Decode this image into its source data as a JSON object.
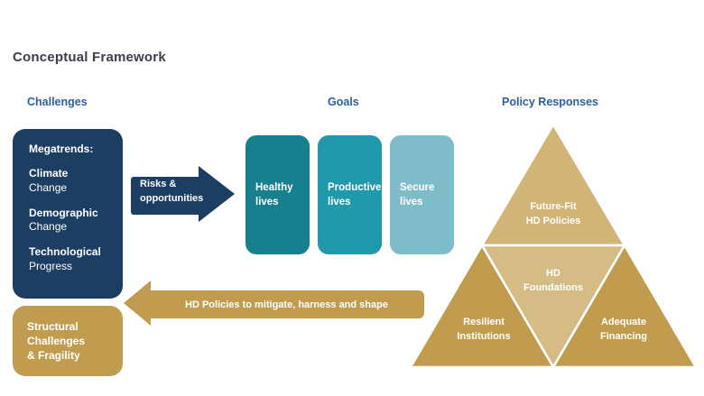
{
  "title": "Conceptual Framework",
  "column_headers": {
    "challenges": "Challenges",
    "goals": "Goals",
    "policy_responses": "Policy Responses"
  },
  "challenges": {
    "megatrends_box": {
      "heading": "Megatrends:",
      "items": [
        {
          "bold": "Climate",
          "rest": "Change"
        },
        {
          "bold": "Demographic",
          "rest": "Change"
        },
        {
          "bold": "Technological",
          "rest": "Progress"
        }
      ]
    },
    "structural_box": {
      "label": "Structural\nChallenges\n& Fragility"
    }
  },
  "arrows": {
    "risks_opportunities": "Risks &\nopportunities",
    "hd_policies": "HD Policies to mitigate, harness and shape"
  },
  "goals": {
    "boxes": [
      {
        "label": "Healthy\nlives",
        "color": "#17808e"
      },
      {
        "label": "Productive\nlives",
        "color": "#2099ad"
      },
      {
        "label": "Secure\nlives",
        "color": "#7fbcc9"
      }
    ]
  },
  "pyramid": {
    "segments": [
      {
        "label": "Future-Fit\nHD Policies",
        "position": "top",
        "color": "#d3b477"
      },
      {
        "label": "HD\nFoundations",
        "position": "middle",
        "color": "#d5bc85"
      },
      {
        "label": "Resilient\nInstitutions",
        "position": "bottom-left",
        "color": "#c19c4e"
      },
      {
        "label": "Adequate\nFinancing",
        "position": "bottom-right",
        "color": "#c19c4e"
      }
    ]
  },
  "colors": {
    "navy": "#1d3e63",
    "header_blue": "#2d5f9f",
    "gold": "#c19c4e",
    "tan_top": "#d3b477",
    "tan_middle": "#d5bc85",
    "title_text": "#3b404c",
    "background": "#ffffff"
  }
}
